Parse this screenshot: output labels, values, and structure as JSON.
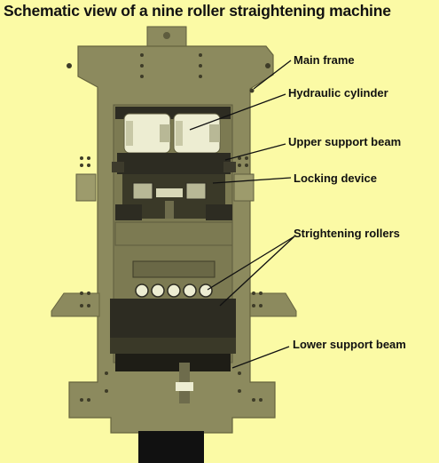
{
  "title": "Schematic view of a nine roller straightening machine",
  "labels": {
    "main_frame": "Main frame",
    "hydraulic_cylinder": "Hydraulic cylinder",
    "upper_support_beam": "Upper support beam",
    "locking_device": "Locking device",
    "strightening_rollers": "Strightening rollers",
    "lower_support_beam": "Lower support beam"
  },
  "colors": {
    "background": "#fbfaa5",
    "frame": "#8c8a5e",
    "frame_dark": "#5e5c3e",
    "machinery": "#2d2c22",
    "cylinder": "#ededd2"
  }
}
